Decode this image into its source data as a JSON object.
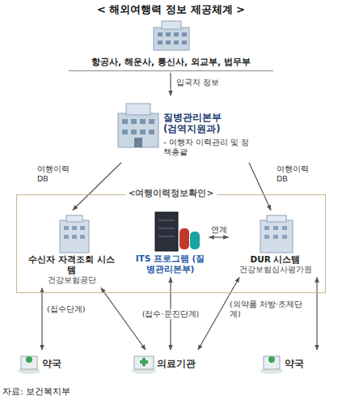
{
  "diagram": {
    "title": "< 해외여행력 정보 제공체계 >",
    "caption": "자료: 보건복지부",
    "nodes": [
      {
        "text": [
          "항공사, 해운사, 통신사, 외교부, 법무부"
        ]
      },
      {
        "text": [
          "질병관리본부 (검역지원과)",
          "- 여행자 이력관리 및 정책총괄"
        ]
      },
      {
        "text": [
          "<여행이력정보확인>"
        ]
      },
      {
        "text": [
          "수신자 자격조회 시스템",
          "건강보험공단"
        ],
        "in": 2
      },
      {
        "text": [
          "ITS 프로그램 (질병관리본부)"
        ],
        "in": 2
      },
      {
        "text": [
          "DUR 시스템",
          "건강보험심사평가원"
        ],
        "in": 2
      },
      {
        "text": [
          "약국"
        ]
      },
      {
        "text": [
          "의료기관"
        ]
      },
      {
        "text": [
          "약국"
        ]
      }
    ],
    "edges": [
      {
        "from": 0,
        "to": 1,
        "arrow": "to",
        "label": "입국자 정보"
      },
      {
        "from": 1,
        "to": 3,
        "arrow": "to",
        "label": "여행이력 DB"
      },
      {
        "from": 1,
        "to": 5,
        "arrow": "to",
        "label": "여행이력 DB"
      },
      {
        "from": 4,
        "to": 5,
        "arrow": "both",
        "label": "연계"
      },
      {
        "from": 3,
        "to": 6,
        "arrow": "both",
        "label": "(접수단계)"
      },
      {
        "from": 3,
        "to": 7,
        "arrow": "both"
      },
      {
        "from": 4,
        "to": 7,
        "arrow": "both",
        "label": "(접수·문진단계)"
      },
      {
        "from": 5,
        "to": 7,
        "arrow": "both",
        "label": "(의약품 처방·조제단계)"
      },
      {
        "from": 5,
        "to": 8,
        "arrow": "both"
      }
    ]
  }
}
